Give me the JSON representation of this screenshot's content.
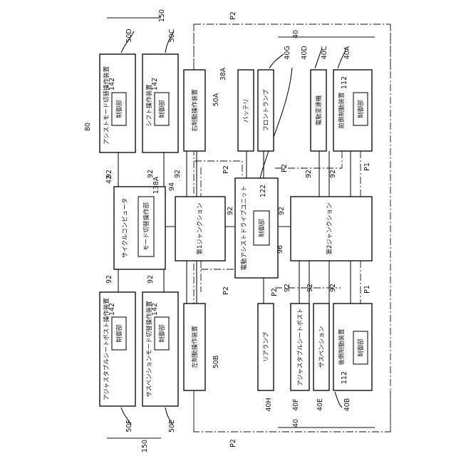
{
  "boxes": {
    "assist_mode_device": "アシストモード切替操作装置",
    "shift_device": "シフト操作装置",
    "adjustable_post_device": "アジャスタブルシートポスト操作装置",
    "suspension_mode_device": "サスペンションモード切替操作装置",
    "cycle_computer": "サイクルコンピュータ",
    "mode_switch_unit": "モード切替操作部",
    "right_brake_device": "右制動操作装置",
    "left_brake_device": "左制動操作装置",
    "junction1": "第1ジャンクション",
    "junction2": "第2ジャンクション",
    "drive_unit": "電動アシストドライブユニット",
    "battery": "バッテリ",
    "front_lamp": "フロントランプ",
    "rear_lamp": "リアランプ",
    "electric_derailleur": "電動変速機",
    "front_brake": "前側制動装置",
    "rear_brake": "後側制動装置",
    "adjustable_post": "アジャスタブルシートポスト",
    "suspension": "サスペンション",
    "control_unit": "制御部"
  },
  "refs": {
    "r150": "150",
    "r50D": "50D",
    "r50C": "50C",
    "r50F": "50F",
    "r50E": "50E",
    "r50A": "50A",
    "r50B": "50B",
    "r80": "80",
    "r42": "42",
    "r92": "92",
    "r94": "94",
    "r96": "96",
    "r138A": "138A",
    "r142": "142",
    "r122": "122",
    "r112": "112",
    "r38A": "38A",
    "r40": "40",
    "r40A": "40A",
    "r40B": "40B",
    "r40C": "40C",
    "r40D": "40D",
    "r40E": "40E",
    "r40F": "40F",
    "r40G": "40G",
    "r40H": "40H",
    "rP1": "P1",
    "rP2": "P2"
  }
}
